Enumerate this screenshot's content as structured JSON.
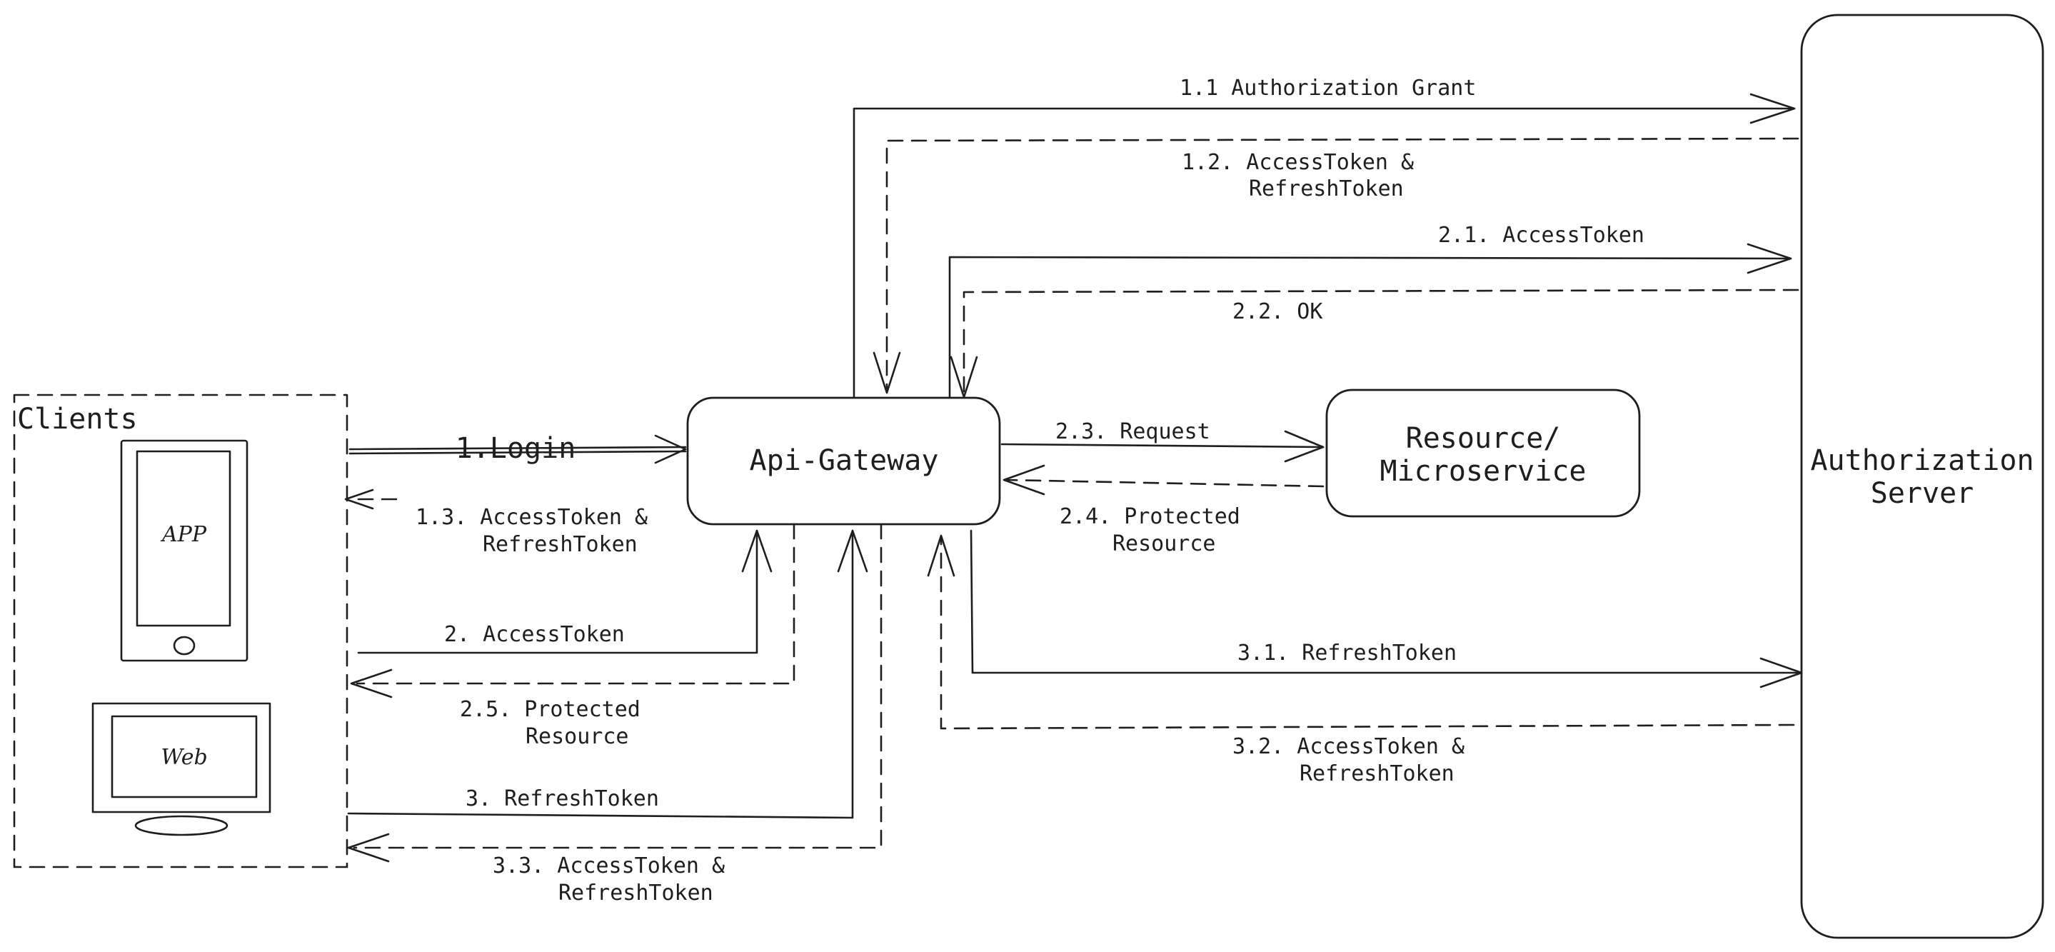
{
  "nodes": {
    "clients": "Clients",
    "app": "APP",
    "web": "Web",
    "gateway": "Api-Gateway",
    "resource": [
      "Resource/",
      "Microservice"
    ],
    "auth": [
      "Authorization",
      "Server"
    ]
  },
  "flows": {
    "login": "1.Login",
    "f1_3": [
      "1.3. AccessToken &",
      "RefreshToken"
    ],
    "f2": "2. AccessToken",
    "f2_5": [
      "2.5. Protected",
      "Resource"
    ],
    "f3": "3. RefreshToken",
    "f3_3": [
      "3.3. AccessToken &",
      "RefreshToken"
    ],
    "f1_1": "1.1 Authorization Grant",
    "f1_2": [
      "1.2. AccessToken &",
      "RefreshToken"
    ],
    "f2_1": "2.1. AccessToken",
    "f2_2": "2.2. OK",
    "f2_3": "2.3. Request",
    "f2_4": [
      "2.4. Protected",
      "Resource"
    ],
    "f3_1": "3.1. RefreshToken",
    "f3_2": [
      "3.2. AccessToken &",
      "RefreshToken"
    ]
  }
}
